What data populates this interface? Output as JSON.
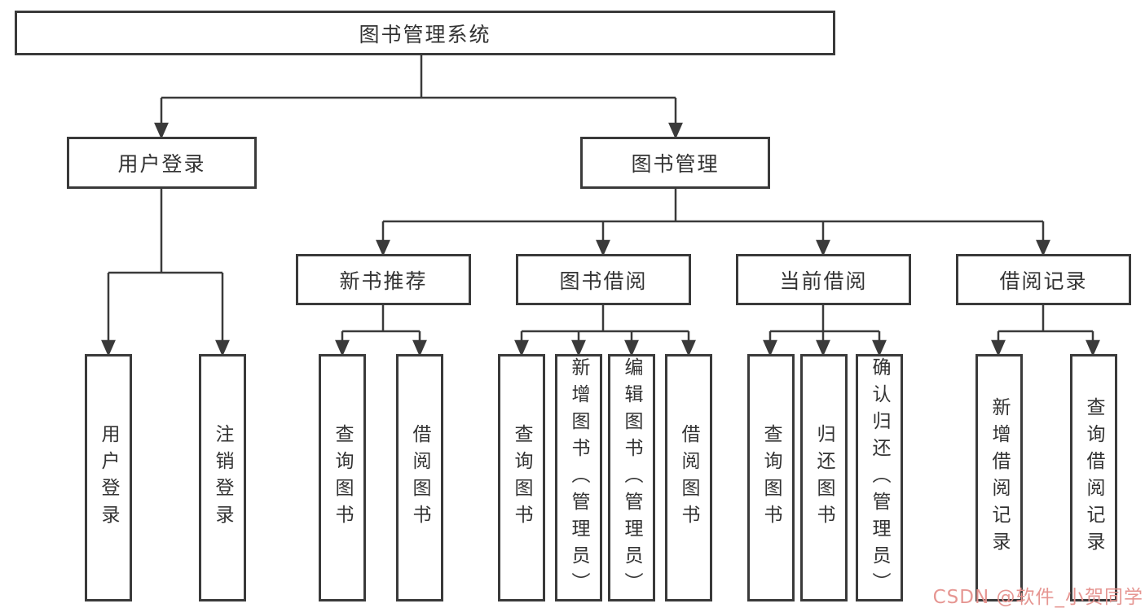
{
  "root": {
    "label": "图书管理系统"
  },
  "level2": [
    {
      "label": "用户登录"
    },
    {
      "label": "图书管理"
    }
  ],
  "level3": [
    {
      "label": "新书推荐"
    },
    {
      "label": "图书借阅"
    },
    {
      "label": "当前借阅"
    },
    {
      "label": "借阅记录"
    }
  ],
  "leaves": [
    {
      "label": "用户登录"
    },
    {
      "label": "注销登录"
    },
    {
      "label": "查询图书"
    },
    {
      "label": "借阅图书"
    },
    {
      "label": "查询图书"
    },
    {
      "label": "新增图书（管理员）"
    },
    {
      "label": "编辑图书（管理员）"
    },
    {
      "label": "借阅图书"
    },
    {
      "label": "查询图书"
    },
    {
      "label": "归还图书"
    },
    {
      "label": "确认归还（管理员）"
    },
    {
      "label": "新增借阅记录"
    },
    {
      "label": "查询借阅记录"
    }
  ],
  "watermark": {
    "text": "CSDN @软件_小贺同学"
  },
  "colors": {
    "line": "#3a3a3a",
    "text": "#333333",
    "watermark": "#e5918d"
  }
}
